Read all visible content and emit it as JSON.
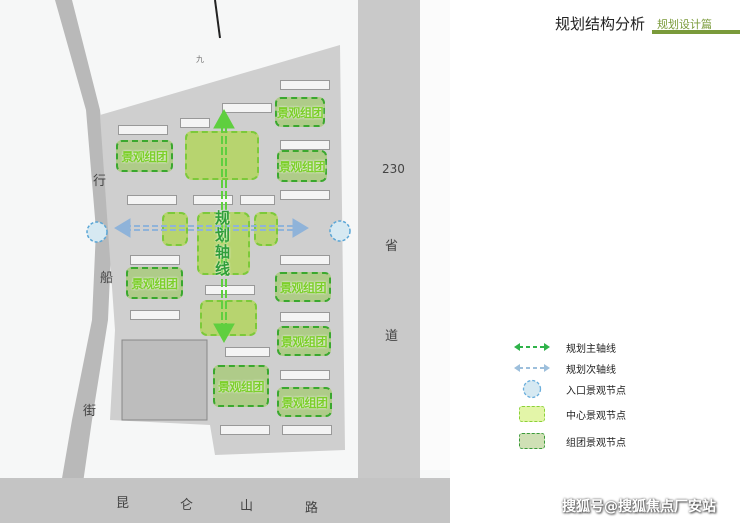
{
  "header": {
    "title": "规划结构分析",
    "section": "规划设计篇",
    "accent": "#7a9a3a"
  },
  "map": {
    "roads": {
      "west": [
        "行",
        "船",
        "街"
      ],
      "south": [
        "昆",
        "仑",
        "山",
        "路"
      ],
      "east_number": "230",
      "east": [
        "省",
        "道"
      ],
      "north": "九"
    },
    "axis_label": [
      "规",
      "划",
      "轴",
      "线"
    ],
    "cluster_label": "景观组团"
  },
  "legend": [
    {
      "icon": "green-dashed-arrow",
      "label": "规划主轴线"
    },
    {
      "icon": "blue-dashed-arrow",
      "label": "规划次轴线"
    },
    {
      "icon": "blue-dashed-circle",
      "label": "入口景观节点"
    },
    {
      "icon": "light-green-dashed-box",
      "label": "中心景观节点"
    },
    {
      "icon": "green-dashed-box",
      "label": "组团景观节点"
    }
  ],
  "watermark": "搜狐号@搜狐焦点厂安站"
}
